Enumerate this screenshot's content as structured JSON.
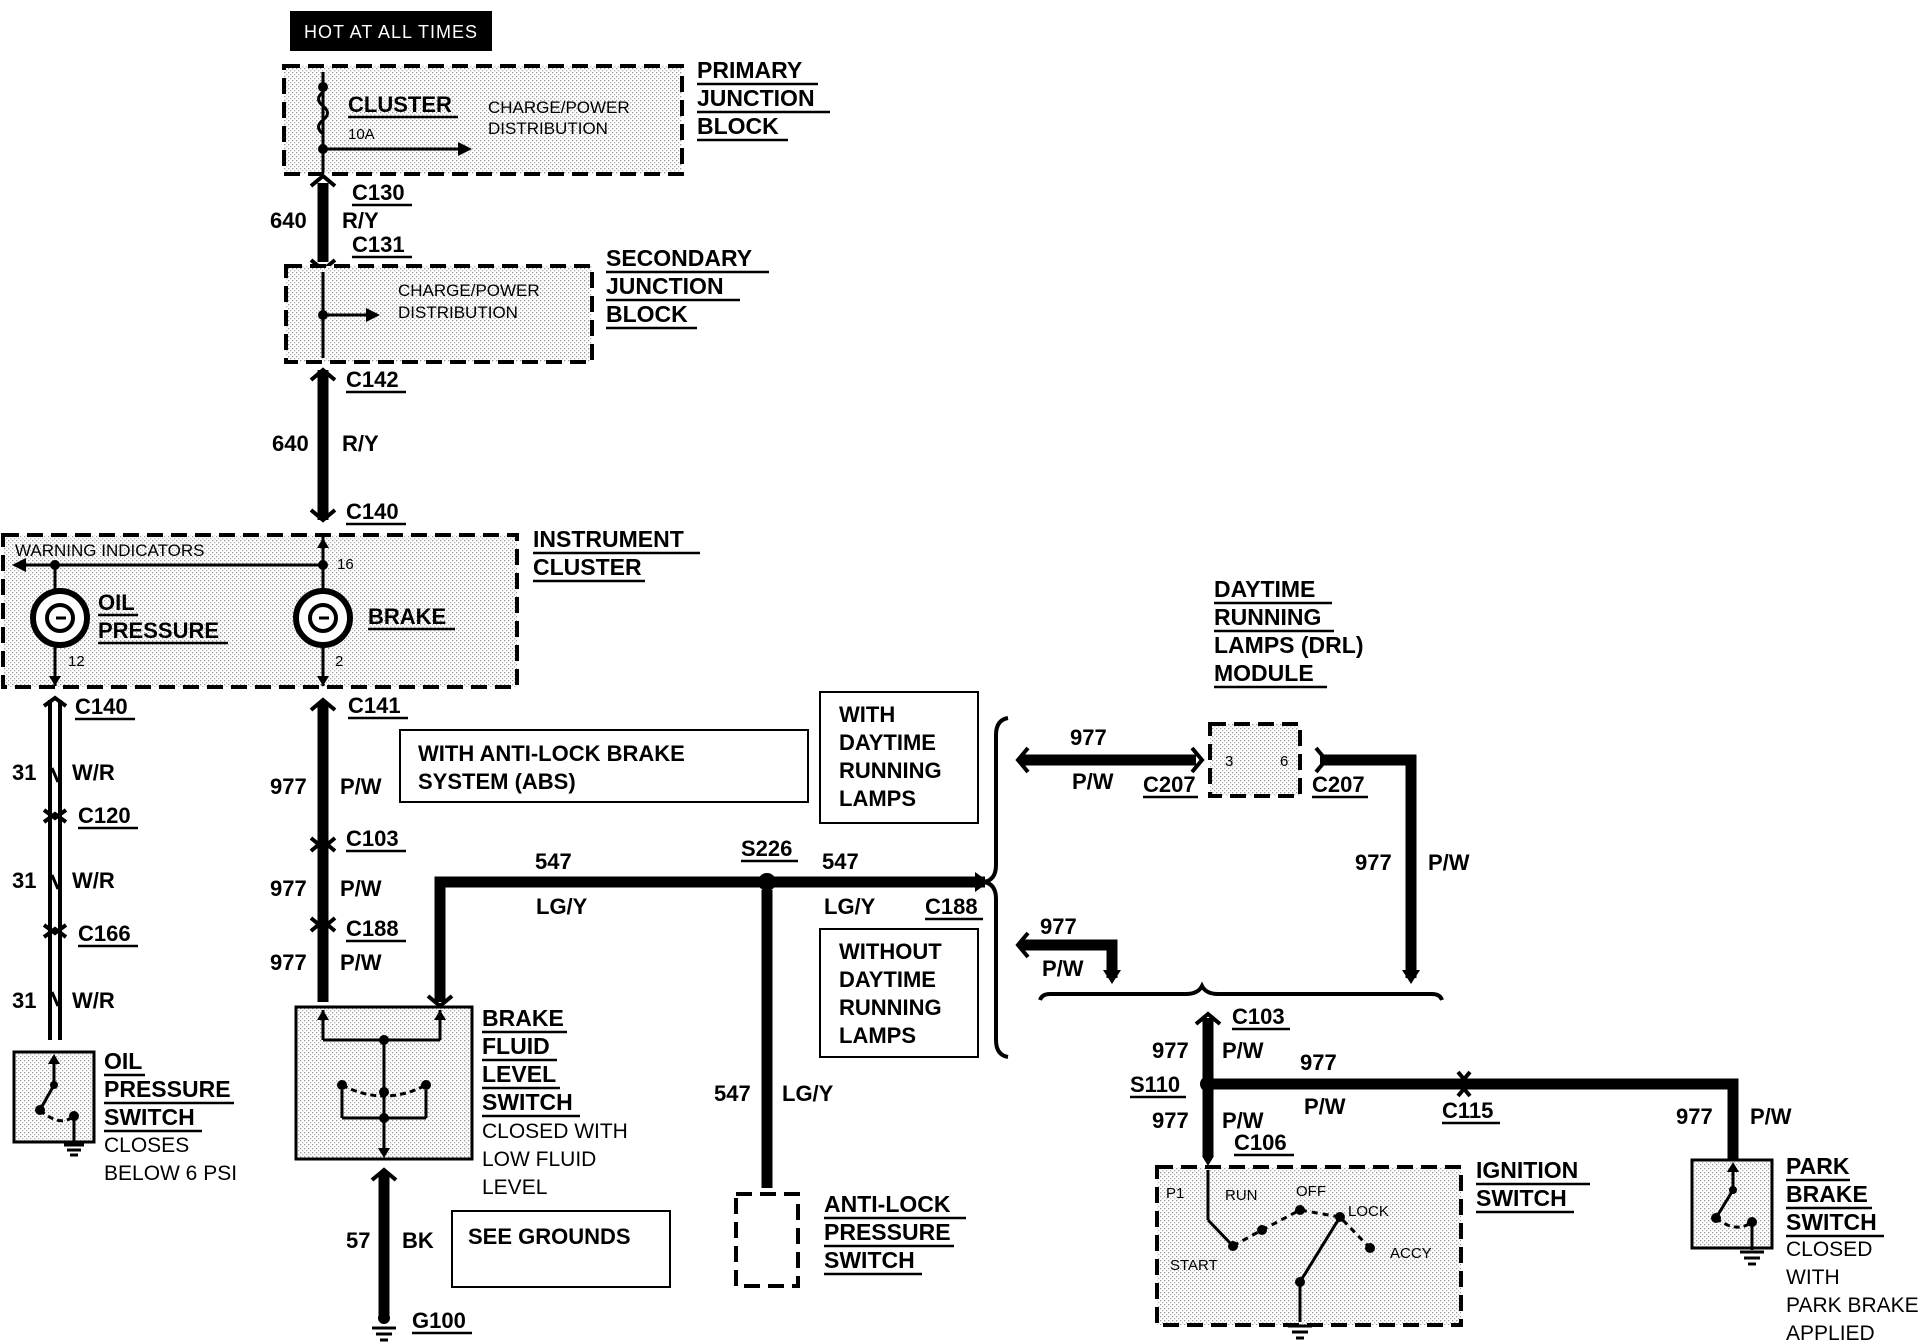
{
  "header": {
    "hot_label": "HOT AT ALL TIMES"
  },
  "primary_junction_block": {
    "title_lines": [
      "PRIMARY",
      "JUNCTION",
      "BLOCK"
    ],
    "fuse_name": "CLUSTER",
    "fuse_rating": "10A",
    "function_lines": [
      "CHARGE/POWER",
      "DISTRIBUTION"
    ]
  },
  "secondary_junction_block": {
    "title_lines": [
      "SECONDARY",
      "JUNCTION",
      "BLOCK"
    ],
    "function_lines": [
      "CHARGE/POWER",
      "DISTRIBUTION"
    ]
  },
  "instrument_cluster": {
    "title_lines": [
      "INSTRUMENT",
      "CLUSTER"
    ],
    "warning_label": "WARNING  INDICATORS",
    "oil_lamp_lines": [
      "OIL",
      "PRESSURE"
    ],
    "brake_lamp_label": "BRAKE",
    "pin_16": "16",
    "pin_12": "12",
    "pin_2": "2"
  },
  "connectors": {
    "c130": "C130",
    "c131": "C131",
    "c142": "C142",
    "c140_top": "C140",
    "c140_left": "C140",
    "c120": "C120",
    "c166": "C166",
    "c141": "C141",
    "c103_left": "C103",
    "c188_left": "C188",
    "c188_right": "C188",
    "c207_left": "C207",
    "c207_right": "C207",
    "c103_right": "C103",
    "c106": "C106",
    "c115": "C115",
    "g100": "G100"
  },
  "splices": {
    "s226": "S226",
    "s110": "S110"
  },
  "circuits": {
    "c640_a": "640",
    "ry_a": "R/Y",
    "c640_b": "640",
    "ry_b": "R/Y",
    "c31_a": "31",
    "wr_a": "W/R",
    "c31_b": "31",
    "wr_b": "W/R",
    "c31_c": "31",
    "wr_c": "W/R",
    "c977_a": "977",
    "pw_a": "P/W",
    "c977_b": "977",
    "pw_b": "P/W",
    "c977_c": "977",
    "pw_c": "P/W",
    "c547_a": "547",
    "lgy_a": "LG/Y",
    "c547_b": "547",
    "lgy_b": "LG/Y",
    "c547_c": "547",
    "lgy_c": "LG/Y",
    "c57": "57",
    "bk": "BK",
    "c977_d": "977",
    "pw_d": "P/W",
    "c977_e": "977",
    "pw_e": "P/W",
    "c977_f": "977",
    "pw_f": "P/W",
    "c977_g": "977",
    "pw_g": "P/W",
    "c977_h": "977",
    "pw_h": "P/W",
    "c977_i": "977",
    "pw_i": "P/W",
    "c977_j": "977",
    "pw_j": "P/W"
  },
  "notes": {
    "abs_lines": [
      "WITH ANTI-LOCK BRAKE",
      "SYSTEM (ABS)"
    ],
    "with_drl_lines": [
      "WITH",
      "DAYTIME",
      "RUNNING",
      "LAMPS"
    ],
    "without_drl_lines": [
      "WITHOUT",
      "DAYTIME",
      "RUNNING",
      "LAMPS"
    ],
    "see_grounds": "SEE GROUNDS"
  },
  "oil_pressure_switch": {
    "title_lines": [
      "OIL",
      "PRESSURE",
      "SWITCH"
    ],
    "desc_lines": [
      "CLOSES",
      "BELOW 6 PSI"
    ]
  },
  "brake_fluid_switch": {
    "title_lines": [
      "BRAKE",
      "FLUID",
      "LEVEL",
      "SWITCH"
    ],
    "desc_lines": [
      "CLOSED WITH",
      "LOW FLUID",
      "LEVEL"
    ]
  },
  "anti_lock_switch": {
    "title_lines": [
      "ANTI-LOCK",
      "PRESSURE",
      "SWITCH"
    ]
  },
  "drl_module": {
    "title_lines": [
      "DAYTIME",
      "RUNNING",
      "LAMPS (DRL)",
      "MODULE"
    ],
    "pin_3": "3",
    "pin_6": "6"
  },
  "ignition_switch": {
    "title_lines": [
      "IGNITION",
      "SWITCH"
    ],
    "p1": "P1",
    "run": "RUN",
    "off": "OFF",
    "lock": "LOCK",
    "accy": "ACCY",
    "start": "START"
  },
  "park_brake_switch": {
    "title_lines": [
      "PARK",
      "BRAKE",
      "SWITCH"
    ],
    "desc_lines": [
      "CLOSED",
      "WITH",
      "PARK BRAKE",
      "APPLIED"
    ]
  }
}
